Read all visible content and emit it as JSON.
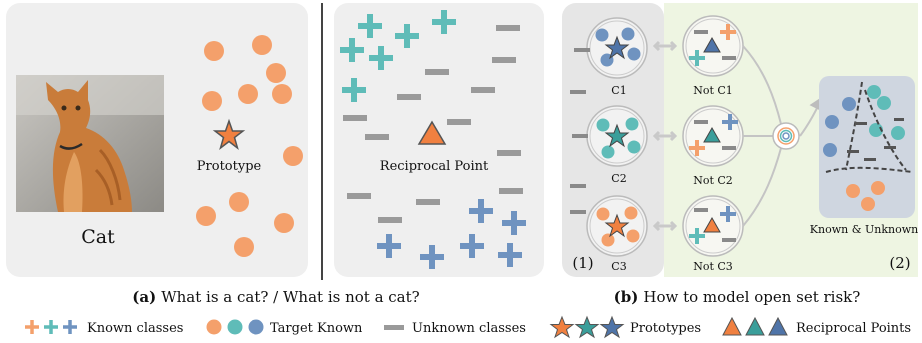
{
  "panel_a": {
    "cat_label": "Cat",
    "prototype_label": "Prototype",
    "reciprocal_label": "Reciprocal Point",
    "caption_bold": "(a)",
    "caption_text": "What is a cat? / What is not a cat?"
  },
  "panel_b": {
    "c1": "C1",
    "c2": "C2",
    "c3": "C3",
    "not_c1": "Not C1",
    "not_c2": "Not C2",
    "not_c3": "Not C3",
    "step1": "(1)",
    "step2": "(2)",
    "known_unknown": "Known & Unknown",
    "caption_bold": "(b)",
    "caption_text": "How to model open set risk?"
  },
  "legend": {
    "known_classes": "Known classes",
    "target_known": "Target Known",
    "unknown_classes": "Unknown classes",
    "prototypes": "Prototypes",
    "reciprocal_points": "Reciprocal Points"
  },
  "colors": {
    "orange": "#f4a06b",
    "teal": "#5fbcb8",
    "blue": "#6f93c0",
    "gray": "#9a9a9a",
    "panel_bg": "#efefef",
    "green_bg": "#eef5e2"
  }
}
